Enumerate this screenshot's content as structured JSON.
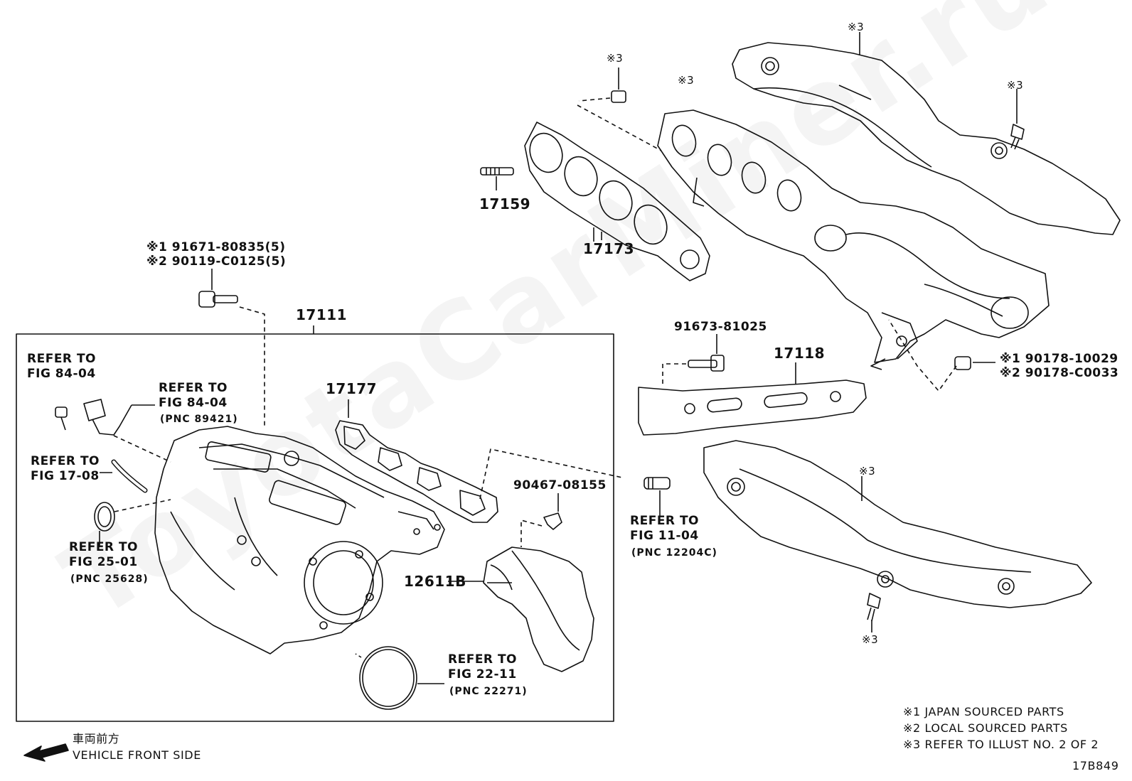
{
  "watermark": "ToyotaCarMiner.ru",
  "labels": {
    "p17159": "17159",
    "p17173": "17173",
    "p17111": "17111",
    "p17177": "17177",
    "p17118": "17118",
    "p12611b": "12611B",
    "bolt_s1": "※1 91671-80835(5)",
    "bolt_s2": "※2 90119-C0125(5)",
    "p91673": "91673-81025",
    "p90467": "90467-08155",
    "nut_s1": "※1 90178-10029",
    "nut_s2": "※2 90178-C0033",
    "s3_nut_top": "※3",
    "s3_flange": "※3",
    "s3_upper_shield": "※3",
    "s3_bolt_right": "※3",
    "s3_lower_shield": "※3",
    "s3_bolt_bottom": "※3",
    "ref_84_04a_1": "REFER TO",
    "ref_84_04a_2": "FIG 84-04",
    "ref_84_04b_1": "REFER TO",
    "ref_84_04b_2": "FIG 84-04",
    "ref_84_04b_3": "(PNC 89421)",
    "ref_17_08_1": "REFER TO",
    "ref_17_08_2": "FIG 17-08",
    "ref_25_01_1": "REFER TO",
    "ref_25_01_2": "FIG 25-01",
    "ref_25_01_3": "(PNC 25628)",
    "ref_11_04_1": "REFER TO",
    "ref_11_04_2": "FIG 11-04",
    "ref_11_04_3": "(PNC 12204C)",
    "ref_22_11_1": "REFER TO",
    "ref_22_11_2": "FIG 22-11",
    "ref_22_11_3": "(PNC 22271)"
  },
  "legend": {
    "note1": "※1 JAPAN SOURCED PARTS",
    "note2": "※2 LOCAL SOURCED PARTS",
    "note3": "※3 REFER TO ILLUST NO. 2 OF 2"
  },
  "direction": {
    "jp": "車両前方",
    "en": "VEHICLE FRONT SIDE"
  },
  "illustration_id": "17B849"
}
